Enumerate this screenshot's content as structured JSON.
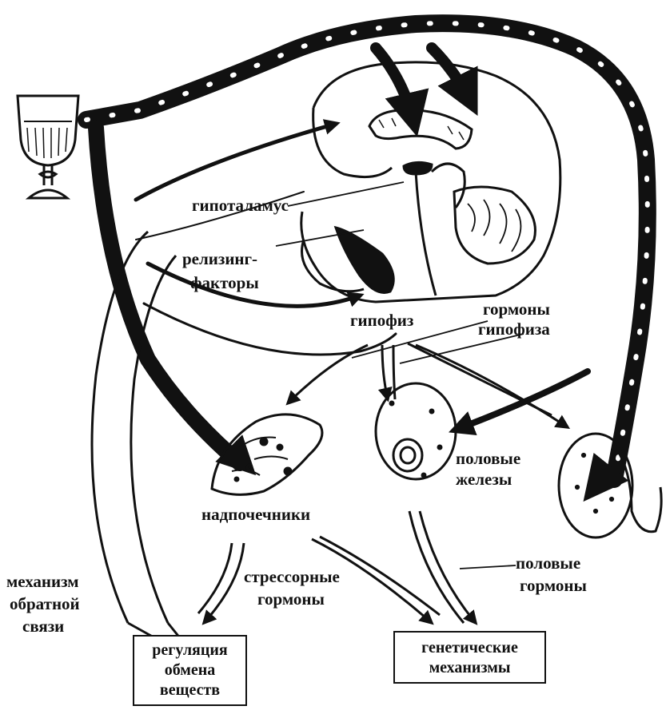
{
  "labels": {
    "hypothalamus": "гипоталамус",
    "releasing_factors_line1": "релизинг-",
    "releasing_factors_line2": "факторы",
    "pituitary": "гипофиз",
    "pituitary_hormones_line1": "гормоны",
    "pituitary_hormones_line2": "гипофиза",
    "adrenals": "надпочечники",
    "gonads_line1": "половые",
    "gonads_line2": "железы",
    "sex_hormones_line1": "половые",
    "sex_hormones_line2": "гормоны",
    "stress_hormones_line1": "стрессорные",
    "stress_hormones_line2": "гормоны",
    "feedback_line1": "механизм",
    "feedback_line2": "обратной",
    "feedback_line3": "связи"
  },
  "boxes": {
    "metabolism": [
      "регуляция",
      "обмена",
      "веществ"
    ],
    "genetic": [
      "генетические",
      "механизмы"
    ]
  },
  "colors": {
    "ink": "#111111",
    "background": "#ffffff"
  }
}
